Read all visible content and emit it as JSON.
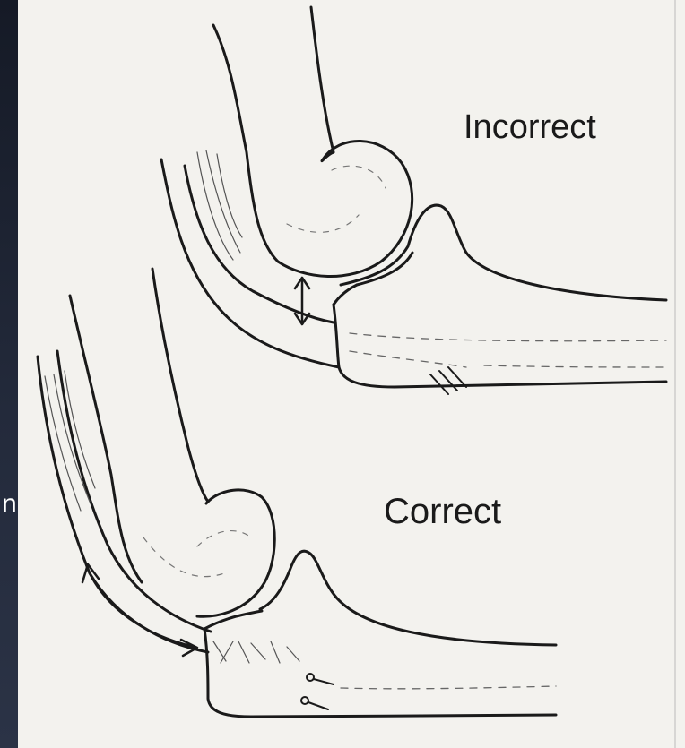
{
  "slide": {
    "fragment_text": "n"
  },
  "figure": {
    "labels": {
      "incorrect": "Incorrect",
      "correct": "Correct"
    },
    "colors": {
      "paper": "#f3f2ee",
      "ink": "#1a1a1a",
      "slide_background": "#1c2230"
    }
  }
}
